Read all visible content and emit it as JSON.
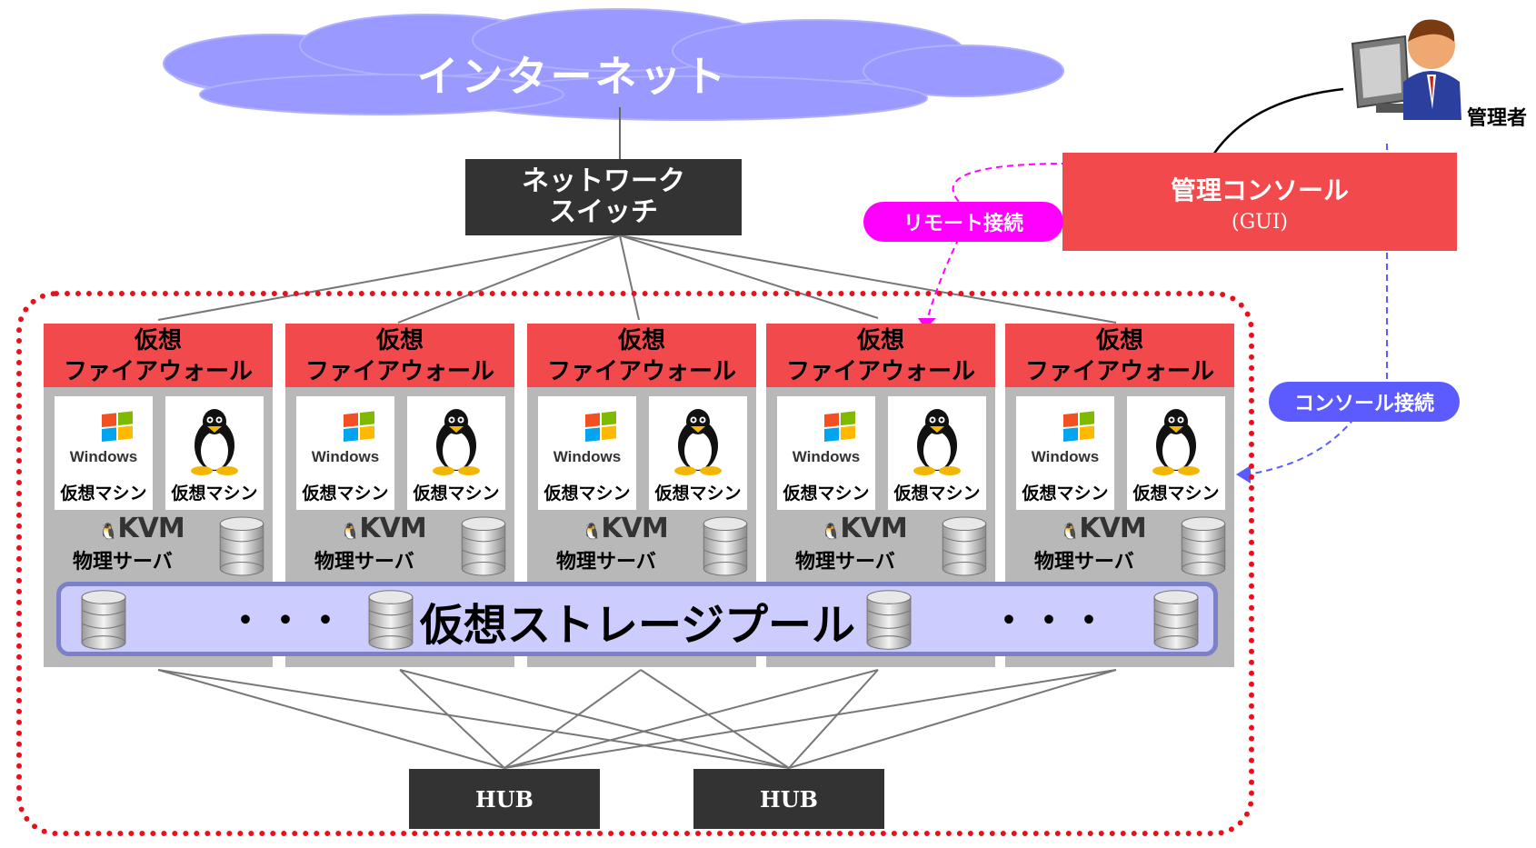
{
  "internet": {
    "label": "インターネット"
  },
  "network_switch": {
    "line1": "ネットワーク",
    "line2": "スイッチ"
  },
  "management_console": {
    "title": "管理コンソール",
    "subtitle": "(GUI)"
  },
  "administrator": {
    "label": "管理者"
  },
  "remote_connection": {
    "label": "リモート接続",
    "color": "#ff00ff"
  },
  "console_connection": {
    "label": "コンソール接続",
    "color": "#5b5bff"
  },
  "servers": [
    {
      "fw_line1": "仮想",
      "fw_line2": "ファイアウォール",
      "vm1_label": "仮想マシン",
      "vm2_label": "仮想マシン",
      "kvm_label": "KVM",
      "physical_label": "物理サーバ"
    },
    {
      "fw_line1": "仮想",
      "fw_line2": "ファイアウォール",
      "vm1_label": "仮想マシン",
      "vm2_label": "仮想マシン",
      "kvm_label": "KVM",
      "physical_label": "物理サーバ"
    },
    {
      "fw_line1": "仮想",
      "fw_line2": "ファイアウォール",
      "vm1_label": "仮想マシン",
      "vm2_label": "仮想マシン",
      "kvm_label": "KVM",
      "physical_label": "物理サーバ"
    },
    {
      "fw_line1": "仮想",
      "fw_line2": "ファイアウォール",
      "vm1_label": "仮想マシン",
      "vm2_label": "仮想マシン",
      "kvm_label": "KVM",
      "physical_label": "物理サーバ"
    },
    {
      "fw_line1": "仮想",
      "fw_line2": "ファイアウォール",
      "vm1_label": "仮想マシン",
      "vm2_label": "仮想マシン",
      "kvm_label": "KVM",
      "physical_label": "物理サーバ"
    }
  ],
  "windows_logo_text": "Windows",
  "storage_pool": {
    "label": "仮想ストレージプール",
    "ellipsis": "・・・"
  },
  "hubs": [
    {
      "label": "HUB"
    },
    {
      "label": "HUB"
    }
  ],
  "colors": {
    "firewall": "#f24a4c",
    "console": "#f24a4c",
    "switch": "#333333",
    "cloud": "#9999ff",
    "pool": "#ccccff",
    "enclosure": "#e8101a"
  }
}
